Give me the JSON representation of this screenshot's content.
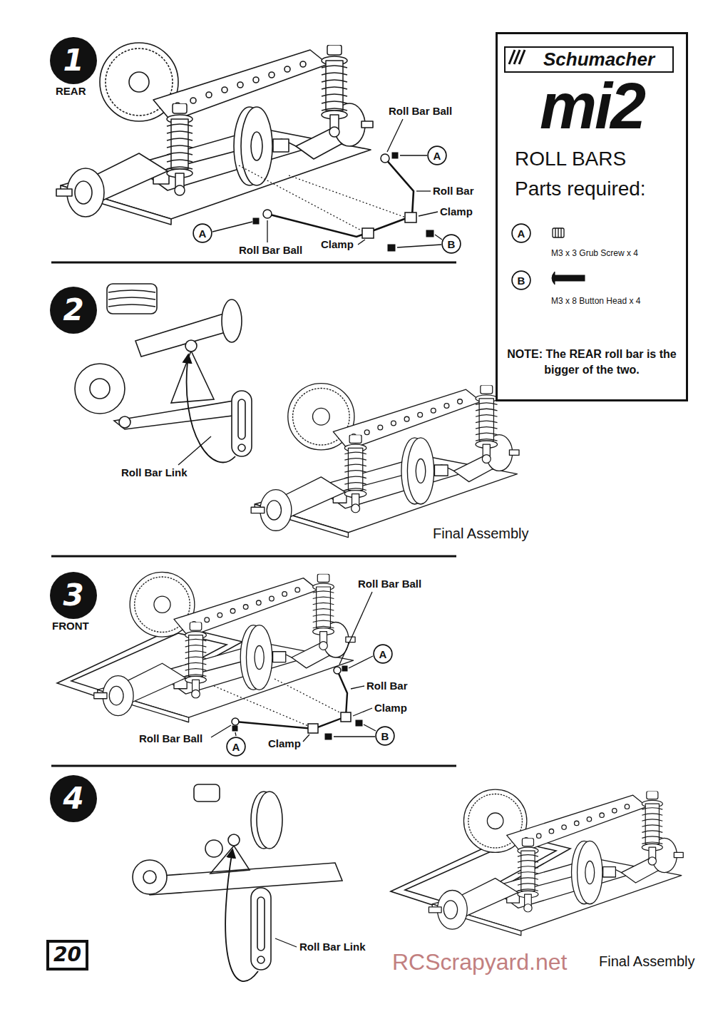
{
  "diagram": {
    "nodes": [
      {
        "text": [
          "1"
        ]
      },
      {
        "text": [
          "A"
        ]
      },
      {
        "text": [
          "A"
        ]
      },
      {
        "text": [
          "B"
        ]
      },
      {
        "text": [
          "2"
        ]
      },
      {
        "text": [
          "3"
        ]
      },
      {
        "text": [
          "A"
        ]
      },
      {
        "text": [
          "A"
        ]
      },
      {
        "text": [
          "B"
        ]
      },
      {
        "text": [
          "4"
        ]
      },
      {
        "text": [
          "Schumacher",
          "mi2",
          "ROLL BARS",
          "Parts required:",
          "M3 x 3 Grub Screw x 4",
          "M3 x 8 Button Head x 4",
          "NOTE: The REAR roll bar is the bigger of the two."
        ]
      },
      {
        "text": [
          "A"
        ],
        "in": 10
      },
      {
        "text": [
          "B"
        ],
        "in": 10
      },
      {
        "text": [
          "20"
        ]
      }
    ],
    "labels": [
      "REAR",
      "Roll Bar Ball",
      "Roll Bar",
      "Clamp",
      "Clamp",
      "Roll Bar Ball",
      "Roll Bar Link",
      "Final Assembly",
      "FRONT",
      "Roll Bar Ball",
      "Roll Bar",
      "Clamp",
      "Roll Bar Ball",
      "Clamp",
      "Roll Bar Link",
      "Final Assembly",
      "RCScrapyard.net"
    ]
  }
}
